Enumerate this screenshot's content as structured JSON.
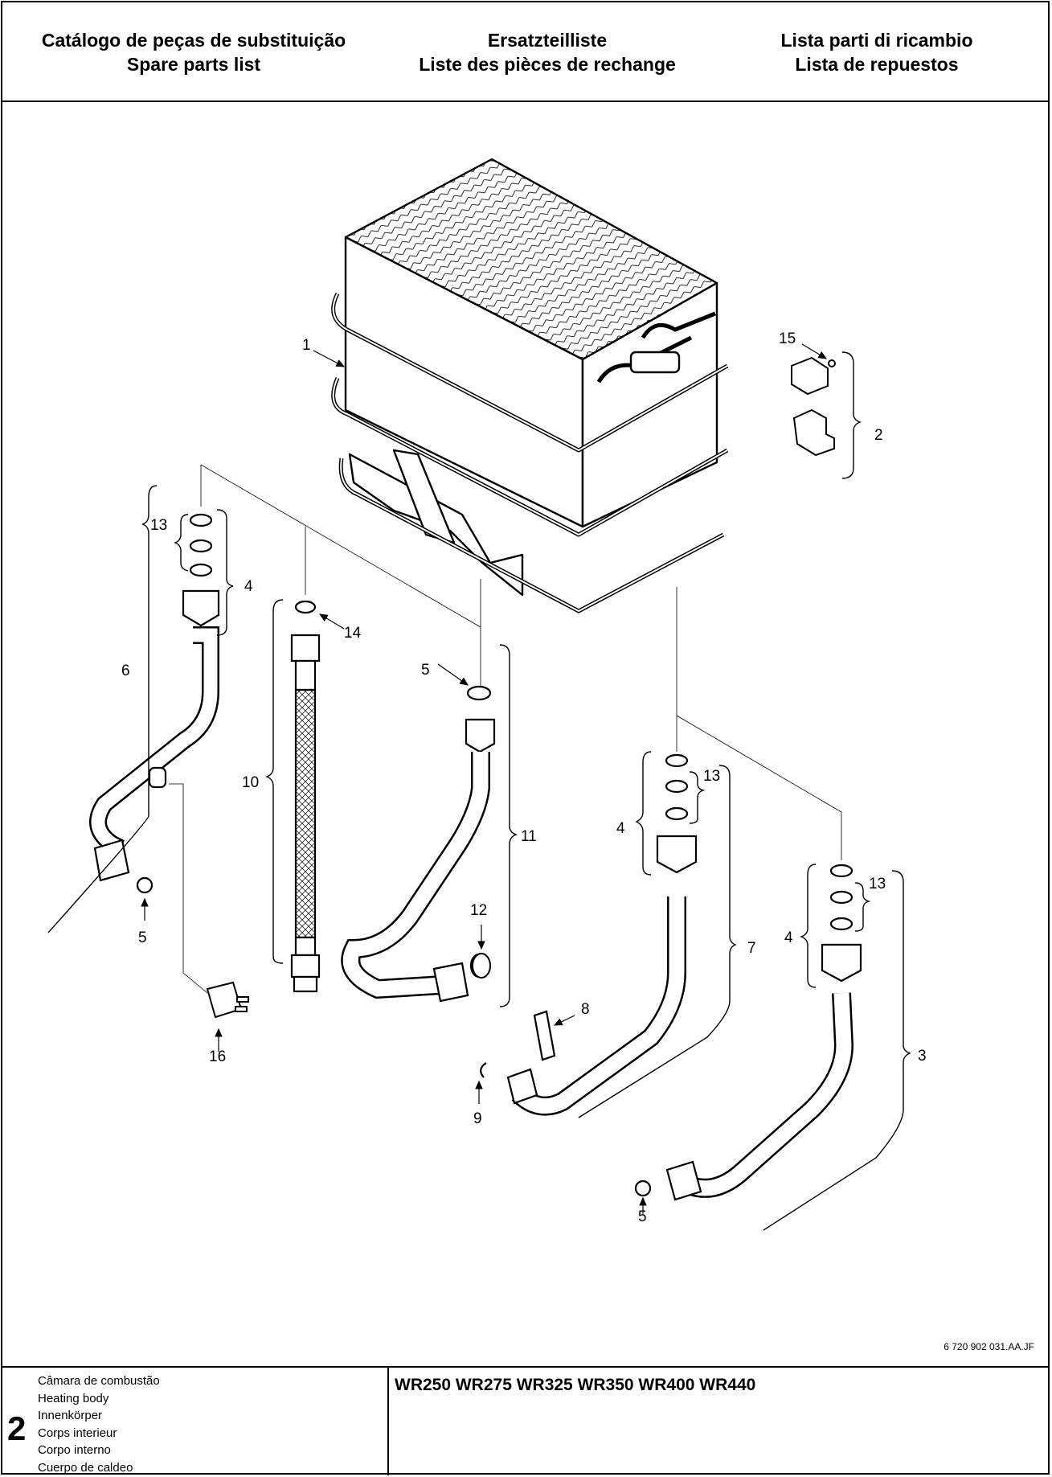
{
  "header": {
    "col1": [
      "Catálogo de peças de substituição",
      "Spare parts list"
    ],
    "col2": [
      "Ersatzteilliste",
      "Liste des pièces de rechange"
    ],
    "col3": [
      "Lista parti di ricambio",
      "Lista de repuestos"
    ]
  },
  "callouts": [
    {
      "id": "1",
      "label": "1"
    },
    {
      "id": "2",
      "label": "2"
    },
    {
      "id": "3",
      "label": "3"
    },
    {
      "id": "4a",
      "label": "4"
    },
    {
      "id": "4b",
      "label": "4"
    },
    {
      "id": "4c",
      "label": "4"
    },
    {
      "id": "5a",
      "label": "5"
    },
    {
      "id": "5b",
      "label": "5"
    },
    {
      "id": "5c",
      "label": "5"
    },
    {
      "id": "6",
      "label": "6"
    },
    {
      "id": "7",
      "label": "7"
    },
    {
      "id": "8",
      "label": "8"
    },
    {
      "id": "9",
      "label": "9"
    },
    {
      "id": "10",
      "label": "10"
    },
    {
      "id": "11",
      "label": "11"
    },
    {
      "id": "12",
      "label": "12"
    },
    {
      "id": "13a",
      "label": "13"
    },
    {
      "id": "13b",
      "label": "13"
    },
    {
      "id": "13c",
      "label": "13"
    },
    {
      "id": "14",
      "label": "14"
    },
    {
      "id": "15",
      "label": "15"
    },
    {
      "id": "16",
      "label": "16"
    }
  ],
  "document_number": "6 720 902 031.AA.JF",
  "footer": {
    "sheet_number": "2",
    "names": [
      "Câmara de combustão",
      "Heating body",
      "Innenkörper",
      "Corps interieur",
      "Corpo interno",
      "Cuerpo de caldeo"
    ],
    "models": "WR250 WR275 WR325 WR350 WR400 WR440"
  }
}
